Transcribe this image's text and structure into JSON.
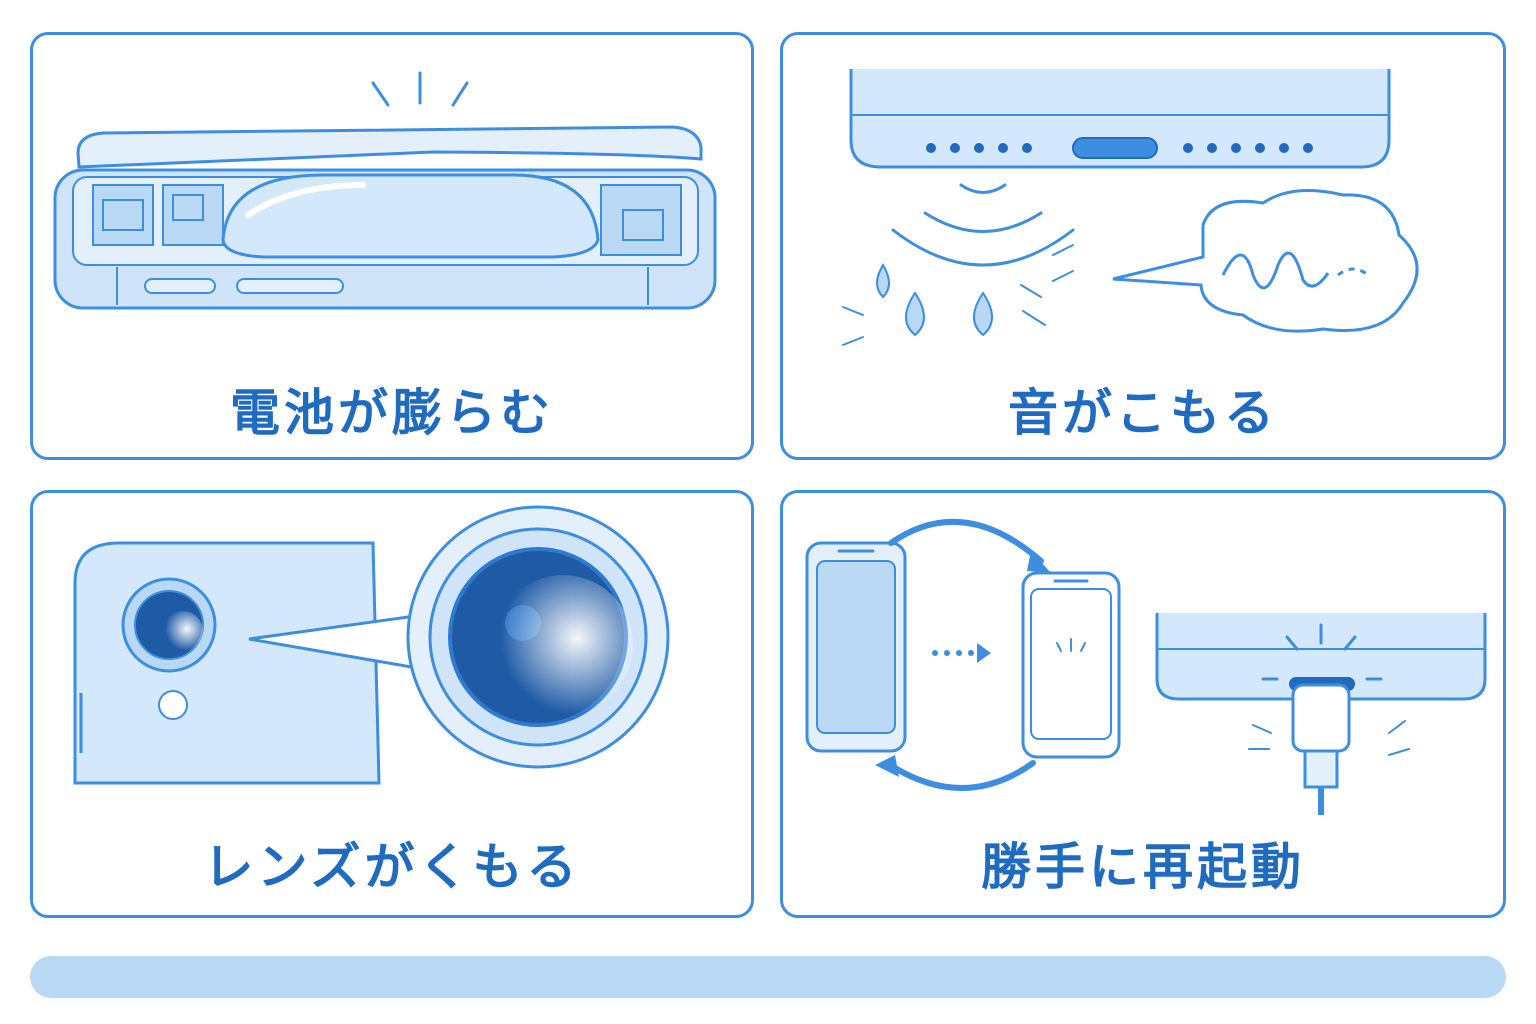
{
  "panels": [
    {
      "caption": "電池が膨らむ",
      "illustration": "swollen-battery"
    },
    {
      "caption": "音がこもる",
      "illustration": "muffled-speaker"
    },
    {
      "caption": "レンズがくもる",
      "illustration": "foggy-lens"
    },
    {
      "caption": "勝手に再起動",
      "illustration": "random-restart"
    }
  ],
  "colors": {
    "accent": "#3d8ee0",
    "text": "#1f6bbf",
    "fill_light": "#e3f0fc",
    "fill_mid": "#b8d8f3",
    "footer_bar": "#b8d8f3"
  }
}
